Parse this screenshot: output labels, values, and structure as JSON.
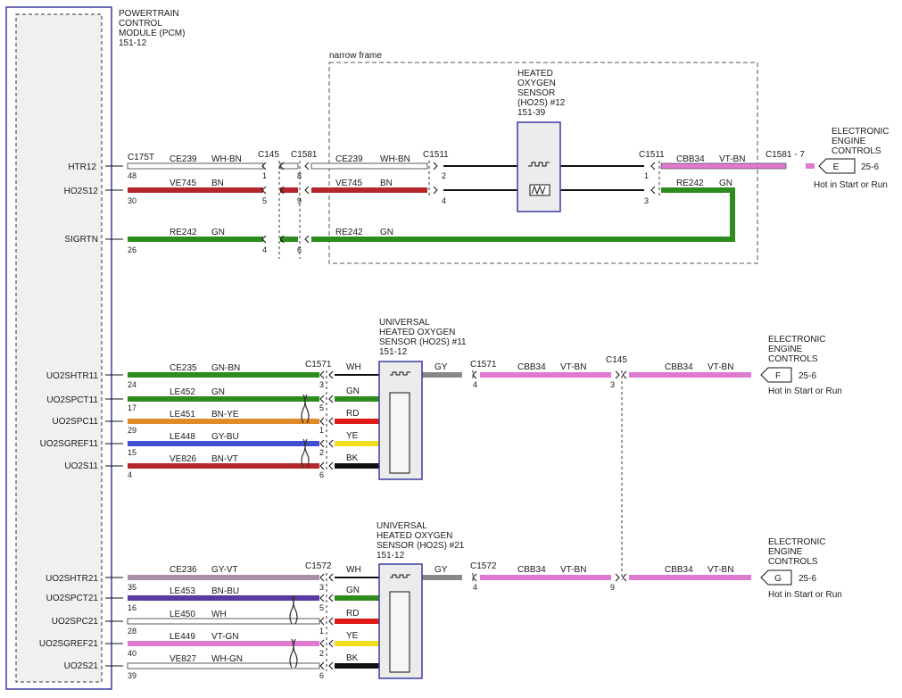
{
  "pcm": {
    "title_lines": [
      "POWERTRAIN",
      "CONTROL",
      "MODULE (PCM)",
      "151-12"
    ]
  },
  "frame_label": "narrow frame",
  "ho2s12": {
    "title_lines": [
      "HEATED",
      "OXYGEN",
      "SENSOR",
      "(HO2S) #12",
      "151-39"
    ]
  },
  "uho2s11": {
    "title_lines": [
      "UNIVERSAL",
      "HEATED OXYGEN",
      "SENSOR (HO2S) #11",
      "151-12"
    ]
  },
  "uho2s21": {
    "title_lines": [
      "UNIVERSAL",
      "HEATED OXYGEN",
      "SENSOR (HO2S) #21",
      "151-12"
    ]
  },
  "eec": {
    "title_lines": [
      "ELECTRONIC",
      "ENGINE",
      "CONTROLS"
    ],
    "note": "Hot in Start or Run",
    "refs": [
      {
        "letter": "E",
        "page": "25-6"
      },
      {
        "letter": "F",
        "page": "25-6"
      },
      {
        "letter": "G",
        "page": "25-6"
      }
    ]
  },
  "pins": {
    "htr12": "HTR12",
    "ho2s12": "HO2S12",
    "sigrtn": "SIGRTN",
    "uo2shtr11": "UO2SHTR11",
    "uo2spct11": "UO2SPCT11",
    "uo2spc11": "UO2SPC11",
    "uo2sgref11": "UO2SGREF11",
    "uo2s11": "UO2S11",
    "uo2shtr21": "UO2SHTR21",
    "uo2spct21": "UO2SPCT21",
    "uo2spc21": "UO2SPC21",
    "uo2sgref21": "UO2SGREF21",
    "uo2s21": "UO2S21"
  },
  "connectors": {
    "c175t": "C175T",
    "c145": "C145",
    "c1581": "C1581",
    "c1511a": "C1511",
    "c1511b": "C1511",
    "c1581_7": "C1581 - 7",
    "c1571a": "C1571",
    "c1571b": "C1571",
    "c145b": "C145",
    "c1572a": "C1572",
    "c1572b": "C1572"
  },
  "circuits": {
    "ce239": "CE239",
    "wh_bn": "WH-BN",
    "ve745": "VE745",
    "bn": "BN",
    "re242": "RE242",
    "gn": "GN",
    "cbb34": "CBB34",
    "vt_bn": "VT-BN",
    "ce235": "CE235",
    "gn_bn": "GN-BN",
    "le452": "LE452",
    "le451": "LE451",
    "bn_ye": "BN-YE",
    "le448": "LE448",
    "gy_bu": "GY-BU",
    "ve826": "VE826",
    "bn_vt": "BN-VT",
    "ce236": "CE236",
    "gy_vt": "GY-VT",
    "le453": "LE453",
    "bn_bu": "BN-BU",
    "le450": "LE450",
    "wh": "WH",
    "le449": "LE449",
    "vt_gn": "VT-GN",
    "ve827": "VE827",
    "wh_gn": "WH-GN",
    "gy": "GY",
    "rd": "RD",
    "ye": "YE",
    "bk": "BK"
  },
  "pin_numbers": {
    "p48": "48",
    "p30": "30",
    "p26": "26",
    "p1": "1",
    "p5": "5",
    "p4": "4",
    "p8": "8",
    "p9": "9",
    "p6": "6",
    "p2": "2",
    "p3": "3",
    "p24": "24",
    "p17": "17",
    "p29": "29",
    "p15": "15",
    "p35": "35",
    "p16": "16",
    "p28": "28",
    "p40": "40",
    "p39": "39"
  },
  "colors": {
    "pcm_border": "#3b3ba0",
    "pcm_fill": "#f0f0f0",
    "brown": "#b5262b",
    "green": "#2e8b1e",
    "pink": "#e07ad0",
    "gray": "#888888",
    "blue": "#3f4fd0",
    "yellow": "#f0e020",
    "red": "#e01818",
    "black": "#111111",
    "orange": "#e08a2a"
  }
}
